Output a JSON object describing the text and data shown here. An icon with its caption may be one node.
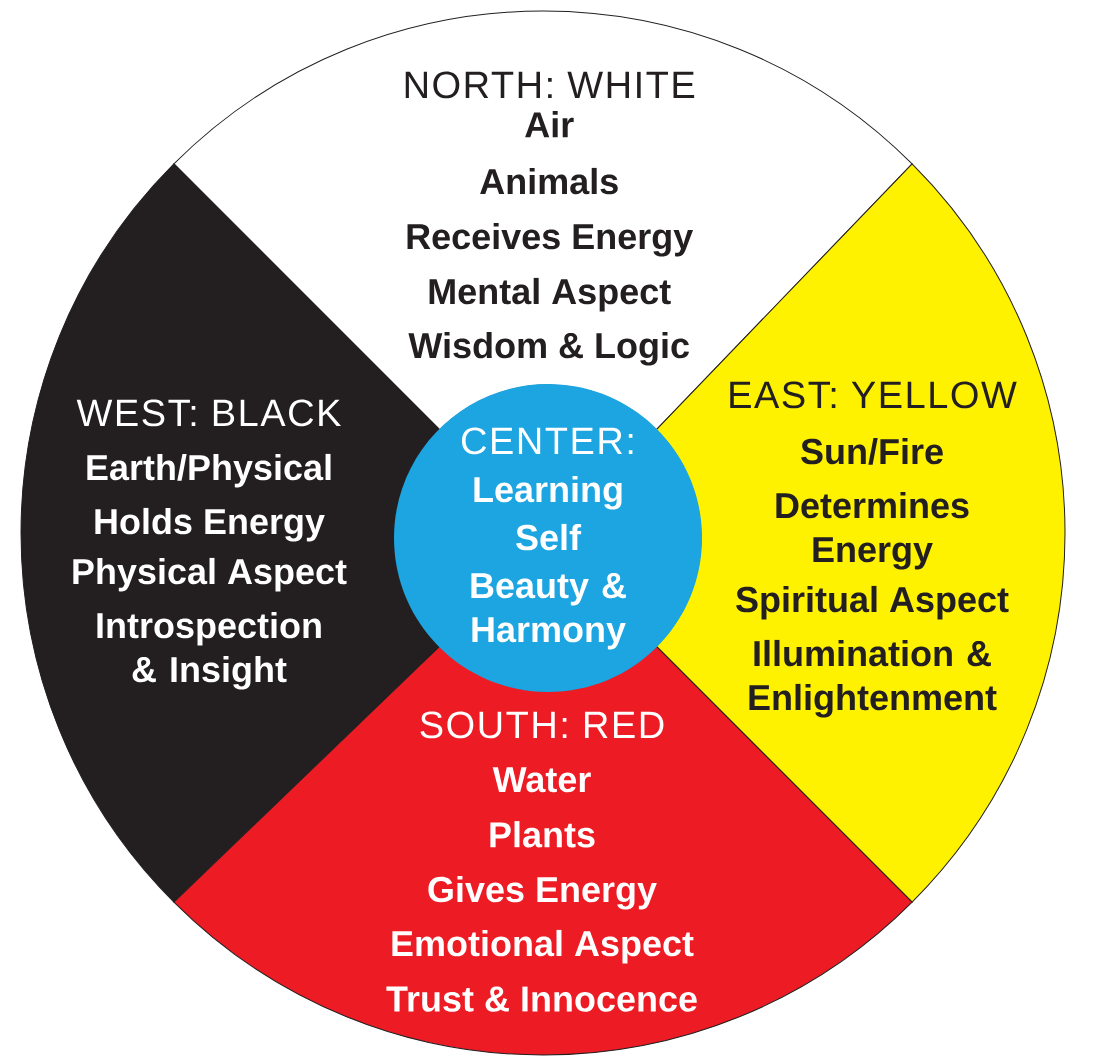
{
  "diagram": {
    "nodes": [
      {
        "text": [
          "NORTH: WHITE",
          "Air",
          "Animals",
          "Receives Energy",
          "Mental Aspect",
          "Wisdom & Logic"
        ]
      },
      {
        "text": [
          "WEST: BLACK",
          "Earth/Physical",
          "Holds Energy",
          "Physical Aspect",
          "Introspection & Insight"
        ]
      },
      {
        "text": [
          "CENTER:",
          "Learning",
          "Self",
          "Beauty & Harmony"
        ]
      },
      {
        "text": [
          "EAST: YELLOW",
          "Sun/Fire",
          "Determines Energy",
          "Spiritual Aspect",
          "Illumination & Enlightenment"
        ]
      },
      {
        "text": [
          "SOUTH: RED",
          "Water",
          "Plants",
          "Gives Energy",
          "Emotional Aspect",
          "Trust & Innocence"
        ]
      }
    ]
  }
}
